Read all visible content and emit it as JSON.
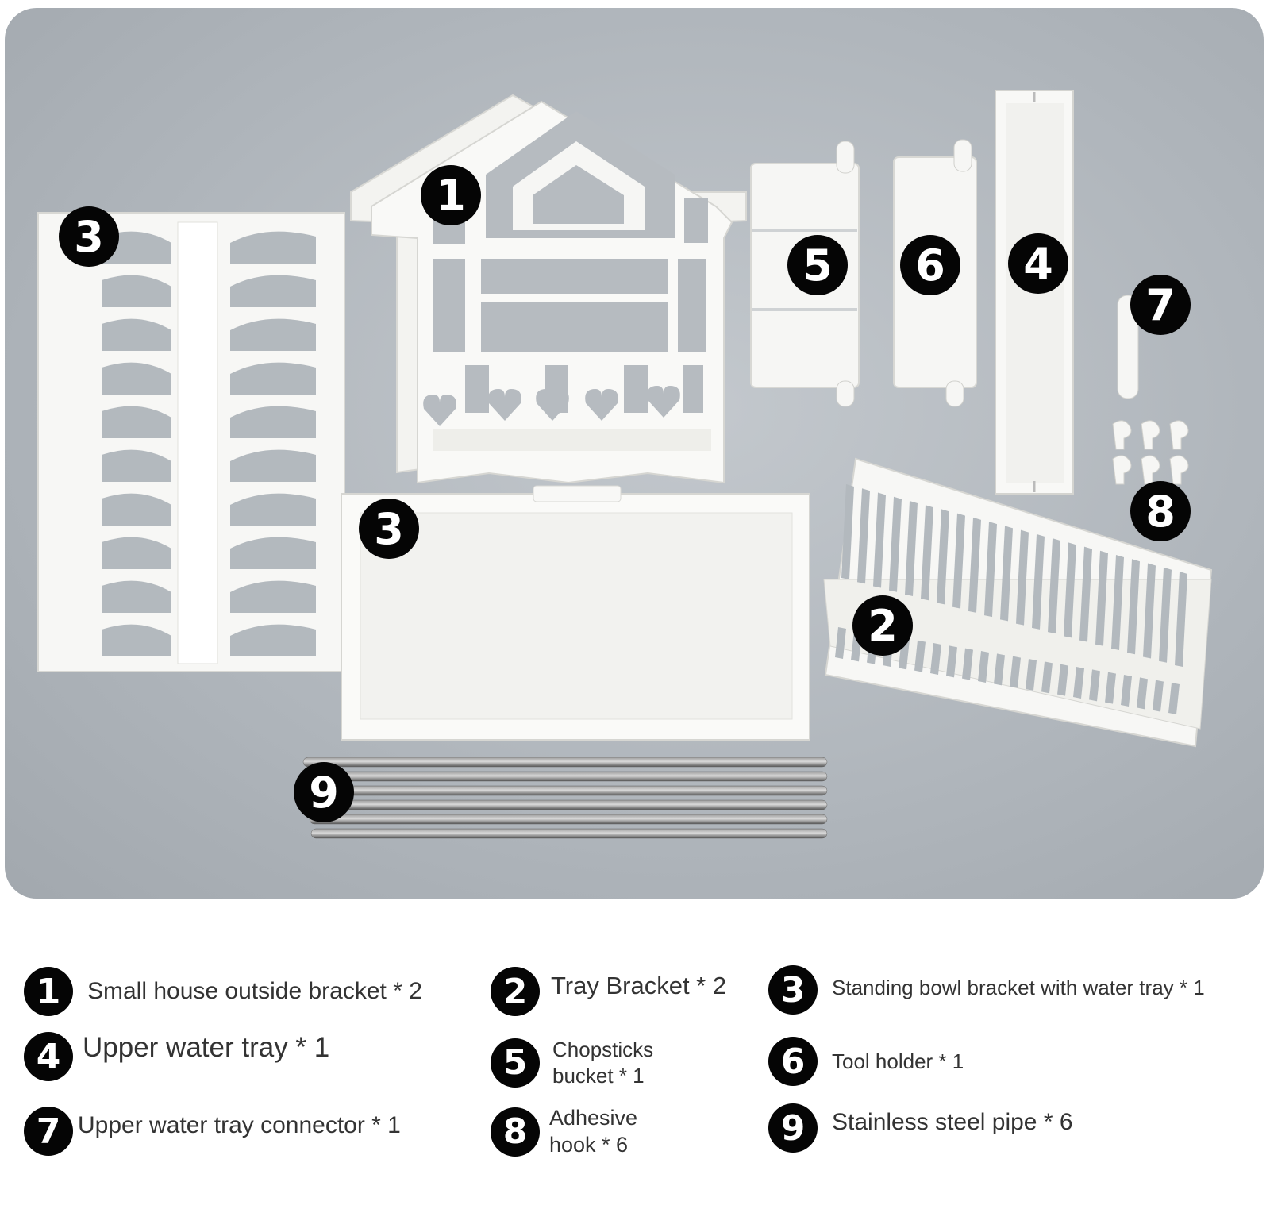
{
  "photo_badges": [
    {
      "id": "1",
      "label": "1"
    },
    {
      "id": "3a",
      "label": "3"
    },
    {
      "id": "3b",
      "label": "3"
    },
    {
      "id": "5",
      "label": "5"
    },
    {
      "id": "6",
      "label": "6"
    },
    {
      "id": "4",
      "label": "4"
    },
    {
      "id": "7",
      "label": "7"
    },
    {
      "id": "8",
      "label": "8"
    },
    {
      "id": "2",
      "label": "2"
    },
    {
      "id": "9",
      "label": "9"
    }
  ],
  "legend": [
    {
      "num": "1",
      "text": "Small house outside bracket * 2"
    },
    {
      "num": "2",
      "text": "Tray Bracket * 2"
    },
    {
      "num": "3",
      "text": "Standing bowl bracket with water tray * 1"
    },
    {
      "num": "4",
      "text": "Upper water tray * 1"
    },
    {
      "num": "5",
      "text": "Chopsticks bucket * 1"
    },
    {
      "num": "6",
      "text": "Tool holder * 1"
    },
    {
      "num": "7",
      "text": "Upper water tray connector * 1"
    },
    {
      "num": "8",
      "text": "Adhesive hook * 6"
    },
    {
      "num": "9",
      "text": "Stainless steel pipe * 6"
    }
  ],
  "colors": {
    "background": "#aeb4ba",
    "parts": "#f7f7f5",
    "badge": "#050505",
    "pipe": "#6e6e6e"
  }
}
